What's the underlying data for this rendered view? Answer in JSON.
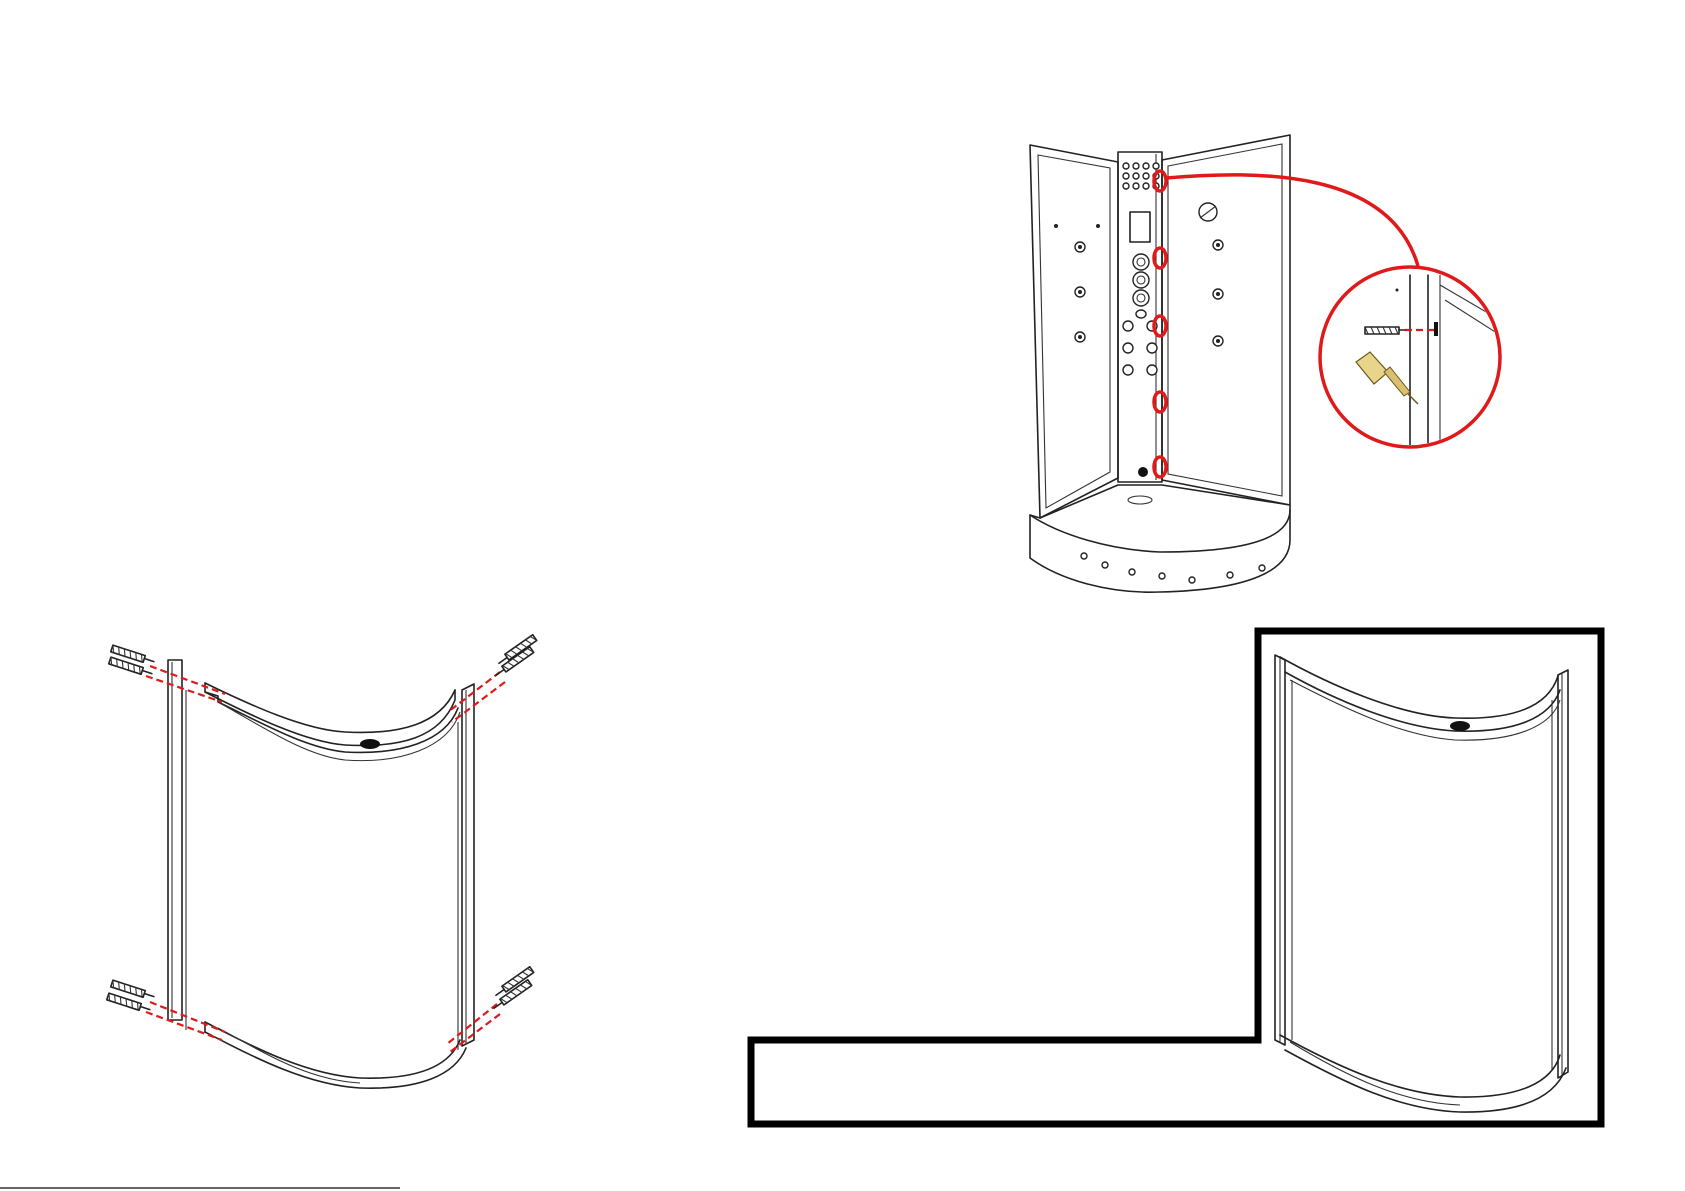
{
  "figure": {
    "steps": [
      "frame-screw-diagram",
      "wall-screw-detail",
      "assembled-frame"
    ],
    "colors": {
      "line": "#222222",
      "highlight": "#e01a1a",
      "callout_box": "#000000",
      "screwdriver": "#e8d48a"
    }
  }
}
